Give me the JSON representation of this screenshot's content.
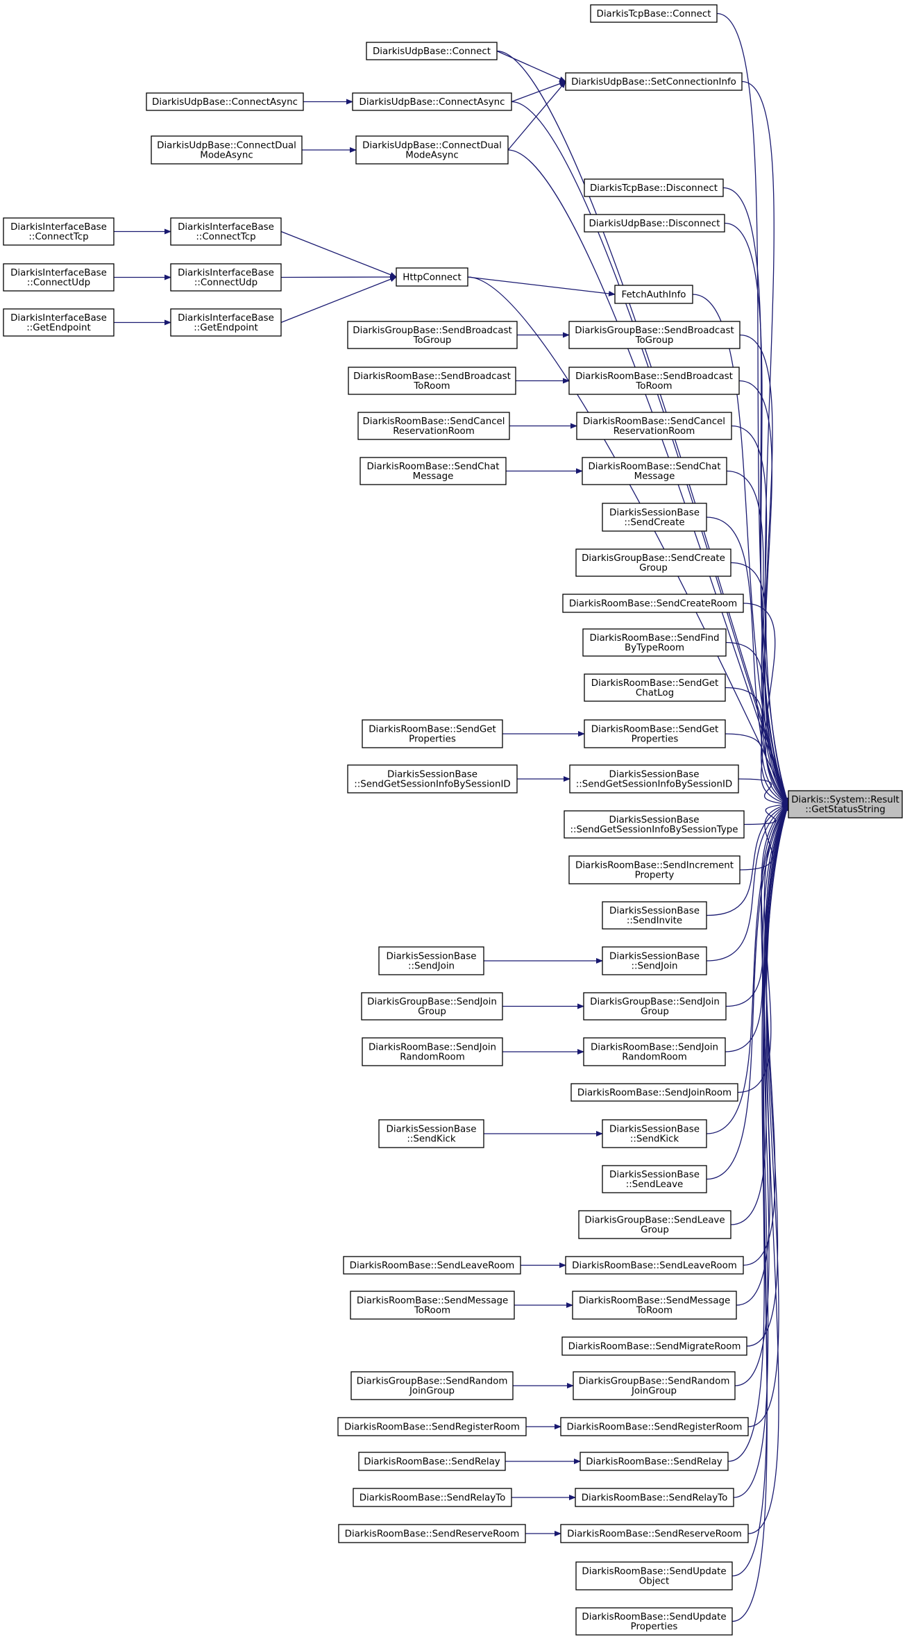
{
  "graph": {
    "root": "Diarkis::System::Result::GetStatusString",
    "colors": {
      "edge": "#191970",
      "root_fill": "#bfbfbf",
      "node_border": "#000000",
      "node_fill": "#ffffff"
    },
    "nodes": [
      {
        "id": "root",
        "lines": [
          "Diarkis::System::Result",
          "::GetStatusString"
        ]
      },
      {
        "id": "tcp_connect",
        "lines": [
          "DiarkisTcpBase::Connect"
        ]
      },
      {
        "id": "udp_connect",
        "lines": [
          "DiarkisUdpBase::Connect"
        ]
      },
      {
        "id": "udp_setconn",
        "lines": [
          "DiarkisUdpBase::SetConnectionInfo"
        ]
      },
      {
        "id": "udp_connasync_l",
        "lines": [
          "DiarkisUdpBase::ConnectAsync"
        ]
      },
      {
        "id": "udp_connasync_r",
        "lines": [
          "DiarkisUdpBase::ConnectAsync"
        ]
      },
      {
        "id": "udp_dual_l",
        "lines": [
          "DiarkisUdpBase::ConnectDual",
          "ModeAsync"
        ]
      },
      {
        "id": "udp_dual_r",
        "lines": [
          "DiarkisUdpBase::ConnectDual",
          "ModeAsync"
        ]
      },
      {
        "id": "tcp_disconnect",
        "lines": [
          "DiarkisTcpBase::Disconnect"
        ]
      },
      {
        "id": "udp_disconnect",
        "lines": [
          "DiarkisUdpBase::Disconnect"
        ]
      },
      {
        "id": "if_tcp_l",
        "lines": [
          "DiarkisInterfaceBase",
          "::ConnectTcp"
        ]
      },
      {
        "id": "if_tcp_r",
        "lines": [
          "DiarkisInterfaceBase",
          "::ConnectTcp"
        ]
      },
      {
        "id": "if_udp_l",
        "lines": [
          "DiarkisInterfaceBase",
          "::ConnectUdp"
        ]
      },
      {
        "id": "if_udp_r",
        "lines": [
          "DiarkisInterfaceBase",
          "::ConnectUdp"
        ]
      },
      {
        "id": "if_ep_l",
        "lines": [
          "DiarkisInterfaceBase",
          "::GetEndpoint"
        ]
      },
      {
        "id": "if_ep_r",
        "lines": [
          "DiarkisInterfaceBase",
          "::GetEndpoint"
        ]
      },
      {
        "id": "httpconnect",
        "lines": [
          "HttpConnect"
        ]
      },
      {
        "id": "fetchauth",
        "lines": [
          "FetchAuthInfo"
        ]
      },
      {
        "id": "g_bcast_l",
        "lines": [
          "DiarkisGroupBase::SendBroadcast",
          "ToGroup"
        ]
      },
      {
        "id": "g_bcast_r",
        "lines": [
          "DiarkisGroupBase::SendBroadcast",
          "ToGroup"
        ]
      },
      {
        "id": "r_bcast_l",
        "lines": [
          "DiarkisRoomBase::SendBroadcast",
          "ToRoom"
        ]
      },
      {
        "id": "r_bcast_r",
        "lines": [
          "DiarkisRoomBase::SendBroadcast",
          "ToRoom"
        ]
      },
      {
        "id": "r_cancel_l",
        "lines": [
          "DiarkisRoomBase::SendCancel",
          "ReservationRoom"
        ]
      },
      {
        "id": "r_cancel_r",
        "lines": [
          "DiarkisRoomBase::SendCancel",
          "ReservationRoom"
        ]
      },
      {
        "id": "r_chat_l",
        "lines": [
          "DiarkisRoomBase::SendChat",
          "Message"
        ]
      },
      {
        "id": "r_chat_r",
        "lines": [
          "DiarkisRoomBase::SendChat",
          "Message"
        ]
      },
      {
        "id": "s_create",
        "lines": [
          "DiarkisSessionBase",
          "::SendCreate"
        ]
      },
      {
        "id": "g_create",
        "lines": [
          "DiarkisGroupBase::SendCreate",
          "Group"
        ]
      },
      {
        "id": "r_createroom",
        "lines": [
          "DiarkisRoomBase::SendCreateRoom"
        ]
      },
      {
        "id": "r_findtype",
        "lines": [
          "DiarkisRoomBase::SendFind",
          "ByTypeRoom"
        ]
      },
      {
        "id": "r_chatlog",
        "lines": [
          "DiarkisRoomBase::SendGet",
          "ChatLog"
        ]
      },
      {
        "id": "r_getprop_l",
        "lines": [
          "DiarkisRoomBase::SendGet",
          "Properties"
        ]
      },
      {
        "id": "r_getprop_r",
        "lines": [
          "DiarkisRoomBase::SendGet",
          "Properties"
        ]
      },
      {
        "id": "s_byid_l",
        "lines": [
          "DiarkisSessionBase",
          "::SendGetSessionInfoBySessionID"
        ]
      },
      {
        "id": "s_byid_r",
        "lines": [
          "DiarkisSessionBase",
          "::SendGetSessionInfoBySessionID"
        ]
      },
      {
        "id": "s_bytype",
        "lines": [
          "DiarkisSessionBase",
          "::SendGetSessionInfoBySessionType"
        ]
      },
      {
        "id": "r_incr",
        "lines": [
          "DiarkisRoomBase::SendIncrement",
          "Property"
        ]
      },
      {
        "id": "s_invite",
        "lines": [
          "DiarkisSessionBase",
          "::SendInvite"
        ]
      },
      {
        "id": "s_join_l",
        "lines": [
          "DiarkisSessionBase",
          "::SendJoin"
        ]
      },
      {
        "id": "s_join_r",
        "lines": [
          "DiarkisSessionBase",
          "::SendJoin"
        ]
      },
      {
        "id": "g_join_l",
        "lines": [
          "DiarkisGroupBase::SendJoin",
          "Group"
        ]
      },
      {
        "id": "g_join_r",
        "lines": [
          "DiarkisGroupBase::SendJoin",
          "Group"
        ]
      },
      {
        "id": "r_joinrand_l",
        "lines": [
          "DiarkisRoomBase::SendJoin",
          "RandomRoom"
        ]
      },
      {
        "id": "r_joinrand_r",
        "lines": [
          "DiarkisRoomBase::SendJoin",
          "RandomRoom"
        ]
      },
      {
        "id": "r_joinroom",
        "lines": [
          "DiarkisRoomBase::SendJoinRoom"
        ]
      },
      {
        "id": "s_kick_l",
        "lines": [
          "DiarkisSessionBase",
          "::SendKick"
        ]
      },
      {
        "id": "s_kick_r",
        "lines": [
          "DiarkisSessionBase",
          "::SendKick"
        ]
      },
      {
        "id": "s_leave",
        "lines": [
          "DiarkisSessionBase",
          "::SendLeave"
        ]
      },
      {
        "id": "g_leave",
        "lines": [
          "DiarkisGroupBase::SendLeave",
          "Group"
        ]
      },
      {
        "id": "r_leaveroom_l",
        "lines": [
          "DiarkisRoomBase::SendLeaveRoom"
        ]
      },
      {
        "id": "r_leaveroom_r",
        "lines": [
          "DiarkisRoomBase::SendLeaveRoom"
        ]
      },
      {
        "id": "r_msg_l",
        "lines": [
          "DiarkisRoomBase::SendMessage",
          "ToRoom"
        ]
      },
      {
        "id": "r_msg_r",
        "lines": [
          "DiarkisRoomBase::SendMessage",
          "ToRoom"
        ]
      },
      {
        "id": "r_migrate",
        "lines": [
          "DiarkisRoomBase::SendMigrateRoom"
        ]
      },
      {
        "id": "g_randjoin_l",
        "lines": [
          "DiarkisGroupBase::SendRandom",
          "JoinGroup"
        ]
      },
      {
        "id": "g_randjoin_r",
        "lines": [
          "DiarkisGroupBase::SendRandom",
          "JoinGroup"
        ]
      },
      {
        "id": "r_register_l",
        "lines": [
          "DiarkisRoomBase::SendRegisterRoom"
        ]
      },
      {
        "id": "r_register_r",
        "lines": [
          "DiarkisRoomBase::SendRegisterRoom"
        ]
      },
      {
        "id": "r_relay_l",
        "lines": [
          "DiarkisRoomBase::SendRelay"
        ]
      },
      {
        "id": "r_relay_r",
        "lines": [
          "DiarkisRoomBase::SendRelay"
        ]
      },
      {
        "id": "r_relayto_l",
        "lines": [
          "DiarkisRoomBase::SendRelayTo"
        ]
      },
      {
        "id": "r_relayto_r",
        "lines": [
          "DiarkisRoomBase::SendRelayTo"
        ]
      },
      {
        "id": "r_reserve_l",
        "lines": [
          "DiarkisRoomBase::SendReserveRoom"
        ]
      },
      {
        "id": "r_reserve_r",
        "lines": [
          "DiarkisRoomBase::SendReserveRoom"
        ]
      },
      {
        "id": "r_updobj",
        "lines": [
          "DiarkisRoomBase::SendUpdate",
          "Object"
        ]
      },
      {
        "id": "r_updprop",
        "lines": [
          "DiarkisRoomBase::SendUpdate",
          "Properties"
        ]
      }
    ],
    "edges": [
      [
        "udp_connect",
        "udp_setconn"
      ],
      [
        "udp_connasync_l",
        "udp_connasync_r"
      ],
      [
        "udp_connasync_r",
        "udp_setconn"
      ],
      [
        "udp_dual_l",
        "udp_dual_r"
      ],
      [
        "udp_dual_r",
        "udp_setconn"
      ],
      [
        "if_tcp_l",
        "if_tcp_r"
      ],
      [
        "if_udp_l",
        "if_udp_r"
      ],
      [
        "if_ep_l",
        "if_ep_r"
      ],
      [
        "if_tcp_r",
        "httpconnect"
      ],
      [
        "if_udp_r",
        "httpconnect"
      ],
      [
        "if_ep_r",
        "httpconnect"
      ],
      [
        "httpconnect",
        "fetchauth"
      ],
      [
        "g_bcast_l",
        "g_bcast_r"
      ],
      [
        "r_bcast_l",
        "r_bcast_r"
      ],
      [
        "r_cancel_l",
        "r_cancel_r"
      ],
      [
        "r_chat_l",
        "r_chat_r"
      ],
      [
        "r_getprop_l",
        "r_getprop_r"
      ],
      [
        "s_byid_l",
        "s_byid_r"
      ],
      [
        "s_join_l",
        "s_join_r"
      ],
      [
        "g_join_l",
        "g_join_r"
      ],
      [
        "r_joinrand_l",
        "r_joinrand_r"
      ],
      [
        "s_kick_l",
        "s_kick_r"
      ],
      [
        "r_leaveroom_l",
        "r_leaveroom_r"
      ],
      [
        "r_msg_l",
        "r_msg_r"
      ],
      [
        "g_randjoin_l",
        "g_randjoin_r"
      ],
      [
        "r_register_l",
        "r_register_r"
      ],
      [
        "r_relay_l",
        "r_relay_r"
      ],
      [
        "r_relayto_l",
        "r_relayto_r"
      ],
      [
        "r_reserve_l",
        "r_reserve_r"
      ],
      [
        "tcp_connect",
        "root"
      ],
      [
        "udp_connect",
        "root"
      ],
      [
        "udp_setconn",
        "root"
      ],
      [
        "udp_connasync_r",
        "root"
      ],
      [
        "udp_dual_r",
        "root"
      ],
      [
        "tcp_disconnect",
        "root"
      ],
      [
        "udp_disconnect",
        "root"
      ],
      [
        "httpconnect",
        "root"
      ],
      [
        "fetchauth",
        "root"
      ],
      [
        "g_bcast_r",
        "root"
      ],
      [
        "r_bcast_r",
        "root"
      ],
      [
        "r_cancel_r",
        "root"
      ],
      [
        "r_chat_r",
        "root"
      ],
      [
        "s_create",
        "root"
      ],
      [
        "g_create",
        "root"
      ],
      [
        "r_createroom",
        "root"
      ],
      [
        "r_findtype",
        "root"
      ],
      [
        "r_chatlog",
        "root"
      ],
      [
        "r_getprop_r",
        "root"
      ],
      [
        "s_byid_r",
        "root"
      ],
      [
        "s_bytype",
        "root"
      ],
      [
        "r_incr",
        "root"
      ],
      [
        "s_invite",
        "root"
      ],
      [
        "s_join_r",
        "root"
      ],
      [
        "g_join_r",
        "root"
      ],
      [
        "r_joinrand_r",
        "root"
      ],
      [
        "r_joinroom",
        "root"
      ],
      [
        "s_kick_r",
        "root"
      ],
      [
        "s_leave",
        "root"
      ],
      [
        "g_leave",
        "root"
      ],
      [
        "r_leaveroom_r",
        "root"
      ],
      [
        "r_msg_r",
        "root"
      ],
      [
        "r_migrate",
        "root"
      ],
      [
        "g_randjoin_r",
        "root"
      ],
      [
        "r_register_r",
        "root"
      ],
      [
        "r_relay_r",
        "root"
      ],
      [
        "r_relayto_r",
        "root"
      ],
      [
        "r_reserve_r",
        "root"
      ],
      [
        "r_updobj",
        "root"
      ],
      [
        "r_updprop",
        "root"
      ]
    ]
  }
}
